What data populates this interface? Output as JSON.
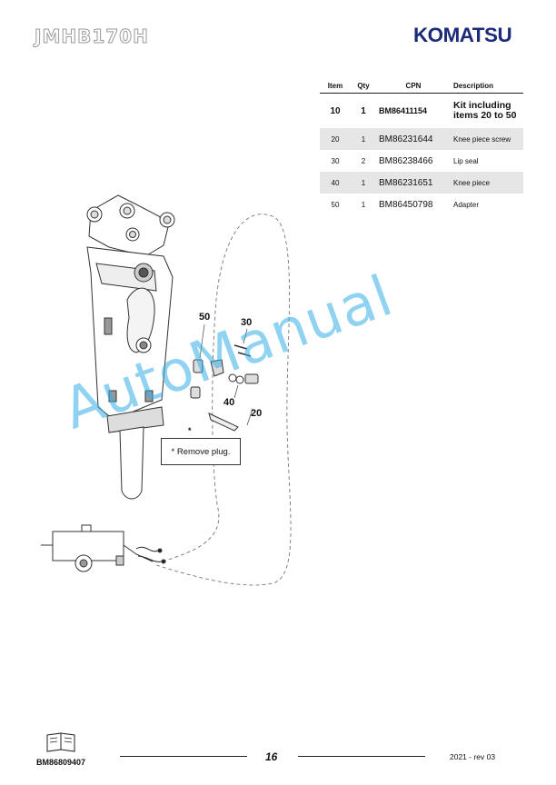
{
  "header": {
    "model": "JMHB170H",
    "brand": "KOMATSU"
  },
  "table": {
    "headers": {
      "item": "Item",
      "qty": "Qty",
      "cpn": "CPN",
      "description": "Description"
    },
    "kit": {
      "item": "10",
      "qty": "1",
      "cpn": "BM86411154",
      "description_line1": "Kit including",
      "description_line2": "items 20 to 50"
    },
    "rows": [
      {
        "item": "20",
        "qty": "1",
        "cpn": "BM86231644",
        "description": "Knee piece screw"
      },
      {
        "item": "30",
        "qty": "2",
        "cpn": "BM86238466",
        "description": "Lip seal"
      },
      {
        "item": "40",
        "qty": "1",
        "cpn": "BM86231651",
        "description": "Knee  piece"
      },
      {
        "item": "50",
        "qty": "1",
        "cpn": "BM86450798",
        "description": "Adapter"
      }
    ]
  },
  "diagram": {
    "callouts": {
      "c50": "50",
      "c30": "30",
      "c40": "40",
      "c20": "20",
      "asterisk": "*"
    },
    "note": "* Remove plug."
  },
  "watermark": "AutoManual",
  "footer": {
    "doc_number": "BM86809407",
    "page": "16",
    "revision": "2021 -  rev 03"
  },
  "colors": {
    "brand": "#1c2a7a",
    "watermark": "#37aee6",
    "row_shade": "#e6e6e6"
  }
}
